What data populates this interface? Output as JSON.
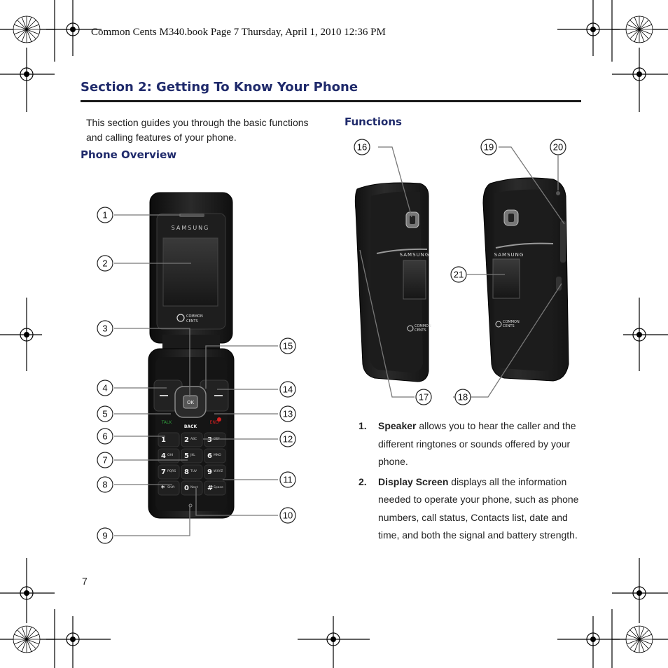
{
  "running_head": "Common Cents M340.book  Page 7  Thursday, April 1, 2010  12:36 PM",
  "section_title": "Section 2: Getting To Know Your Phone",
  "intro": "This section guides you through the basic functions and calling features of your phone.",
  "phone_overview_heading": "Phone Overview",
  "functions_heading": "Functions",
  "callouts": [
    "1",
    "2",
    "3",
    "4",
    "5",
    "6",
    "7",
    "8",
    "9",
    "10",
    "11",
    "12",
    "13",
    "14",
    "15",
    "16",
    "17",
    "18",
    "19",
    "20",
    "21"
  ],
  "phone_labels": {
    "brand": "SAMSUNG",
    "common": "COMMON",
    "cents": "CENTS",
    "ok": "OK",
    "talk": "TALK",
    "back": "BACK",
    "end": "END",
    "keys": [
      "1",
      "2",
      "3",
      "4",
      "5",
      "6",
      "7",
      "8",
      "9",
      "*",
      "0",
      "#"
    ],
    "key_letters": [
      "",
      "ABC",
      "DEF",
      "GHI",
      "JKL",
      "MNO",
      "PQRS",
      "TUV",
      "WXYZ",
      "Shift",
      "Next",
      "Space"
    ]
  },
  "list_items": [
    {
      "num": "1.",
      "term": "Speaker",
      "text": " allows you to hear the caller and the different ringtones or sounds offered by your phone."
    },
    {
      "num": "2.",
      "term": "Display Screen",
      "text": " displays all the information needed to operate your phone, such as phone numbers, call status, Contacts list, date and time, and both the signal and battery strength."
    }
  ],
  "page_number": "7",
  "colors": {
    "heading": "#1f2a6b",
    "talk": "#2e9a3a",
    "end": "#d42020",
    "phone_body": "#1b1b1b"
  }
}
